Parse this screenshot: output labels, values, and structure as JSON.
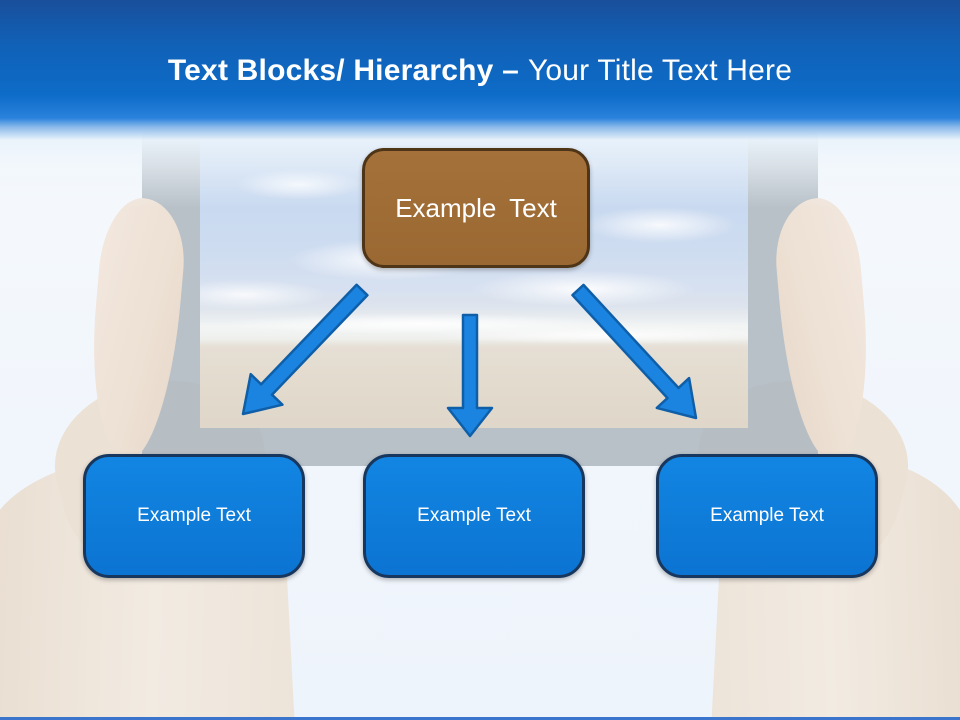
{
  "slide": {
    "title": {
      "bold": "Text Blocks/ Hierarchy –",
      "light": "Your Title Text Here"
    },
    "hierarchy": {
      "root": {
        "label": "Example Text"
      },
      "children": [
        {
          "label": "Example Text"
        },
        {
          "label": "Example Text"
        },
        {
          "label": "Example Text"
        }
      ]
    },
    "colors": {
      "header_blue_top": "#194f9b",
      "header_blue_bottom": "#2a82dc",
      "root_box_fill": "#9d6b35",
      "root_box_border": "#4f3517",
      "child_box_fill": "#0e7ddb",
      "child_box_border": "#17375e",
      "arrow_fill": "#1b84e0",
      "arrow_outline": "#0f5fa8",
      "footer_bar": "#3b74cd"
    }
  }
}
